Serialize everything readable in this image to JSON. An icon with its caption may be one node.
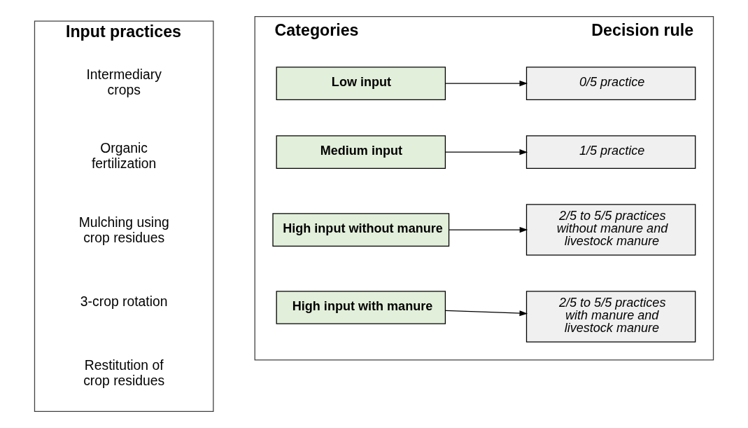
{
  "diagram": {
    "nodes": [
      {
        "text": [
          "Input practices"
        ]
      },
      {
        "text": [
          "Categories",
          "Decision rule"
        ]
      },
      {
        "text": [
          "Low input"
        ],
        "in": 1
      },
      {
        "text": [
          "Medium input"
        ],
        "in": 1
      },
      {
        "text": [
          "High input without manure"
        ],
        "in": 1
      },
      {
        "text": [
          "High input with manure"
        ],
        "in": 1
      },
      {
        "text": [
          "0/5 practice"
        ],
        "in": 1
      },
      {
        "text": [
          "1/5 practice"
        ],
        "in": 1
      },
      {
        "text": [
          "2/5 to 5/5 practices without manure and livestock manure"
        ],
        "in": 1
      },
      {
        "text": [
          "2/5 to 5/5 practices with manure and livestock manure"
        ],
        "in": 1
      }
    ],
    "edges": [
      {
        "from": 2,
        "to": 6,
        "arrow": "to"
      },
      {
        "from": 3,
        "to": 7,
        "arrow": "to"
      },
      {
        "from": 4,
        "to": 8,
        "arrow": "to"
      },
      {
        "from": 5,
        "to": 9,
        "arrow": "to"
      }
    ],
    "labels": [
      "Intermediary crops",
      "Organic fertilization",
      "Mulching using crop residues",
      "3-crop rotation",
      "Restitution of crop residues"
    ]
  }
}
